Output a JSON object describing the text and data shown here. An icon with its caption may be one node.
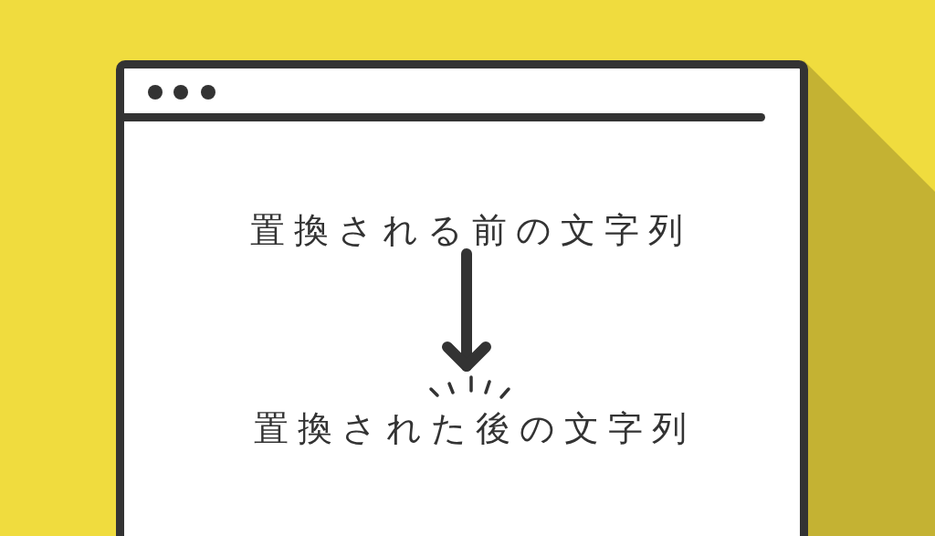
{
  "diagram": {
    "nodes": [
      {
        "text": [],
        "shape": "box"
      },
      {
        "text": [
          "置換される前の文字列"
        ],
        "in": 0
      },
      {
        "text": [
          "置換された後の文字列"
        ],
        "in": 0
      }
    ],
    "edges": [
      {
        "from": 1,
        "to": 2,
        "arrow": "to"
      }
    ]
  }
}
